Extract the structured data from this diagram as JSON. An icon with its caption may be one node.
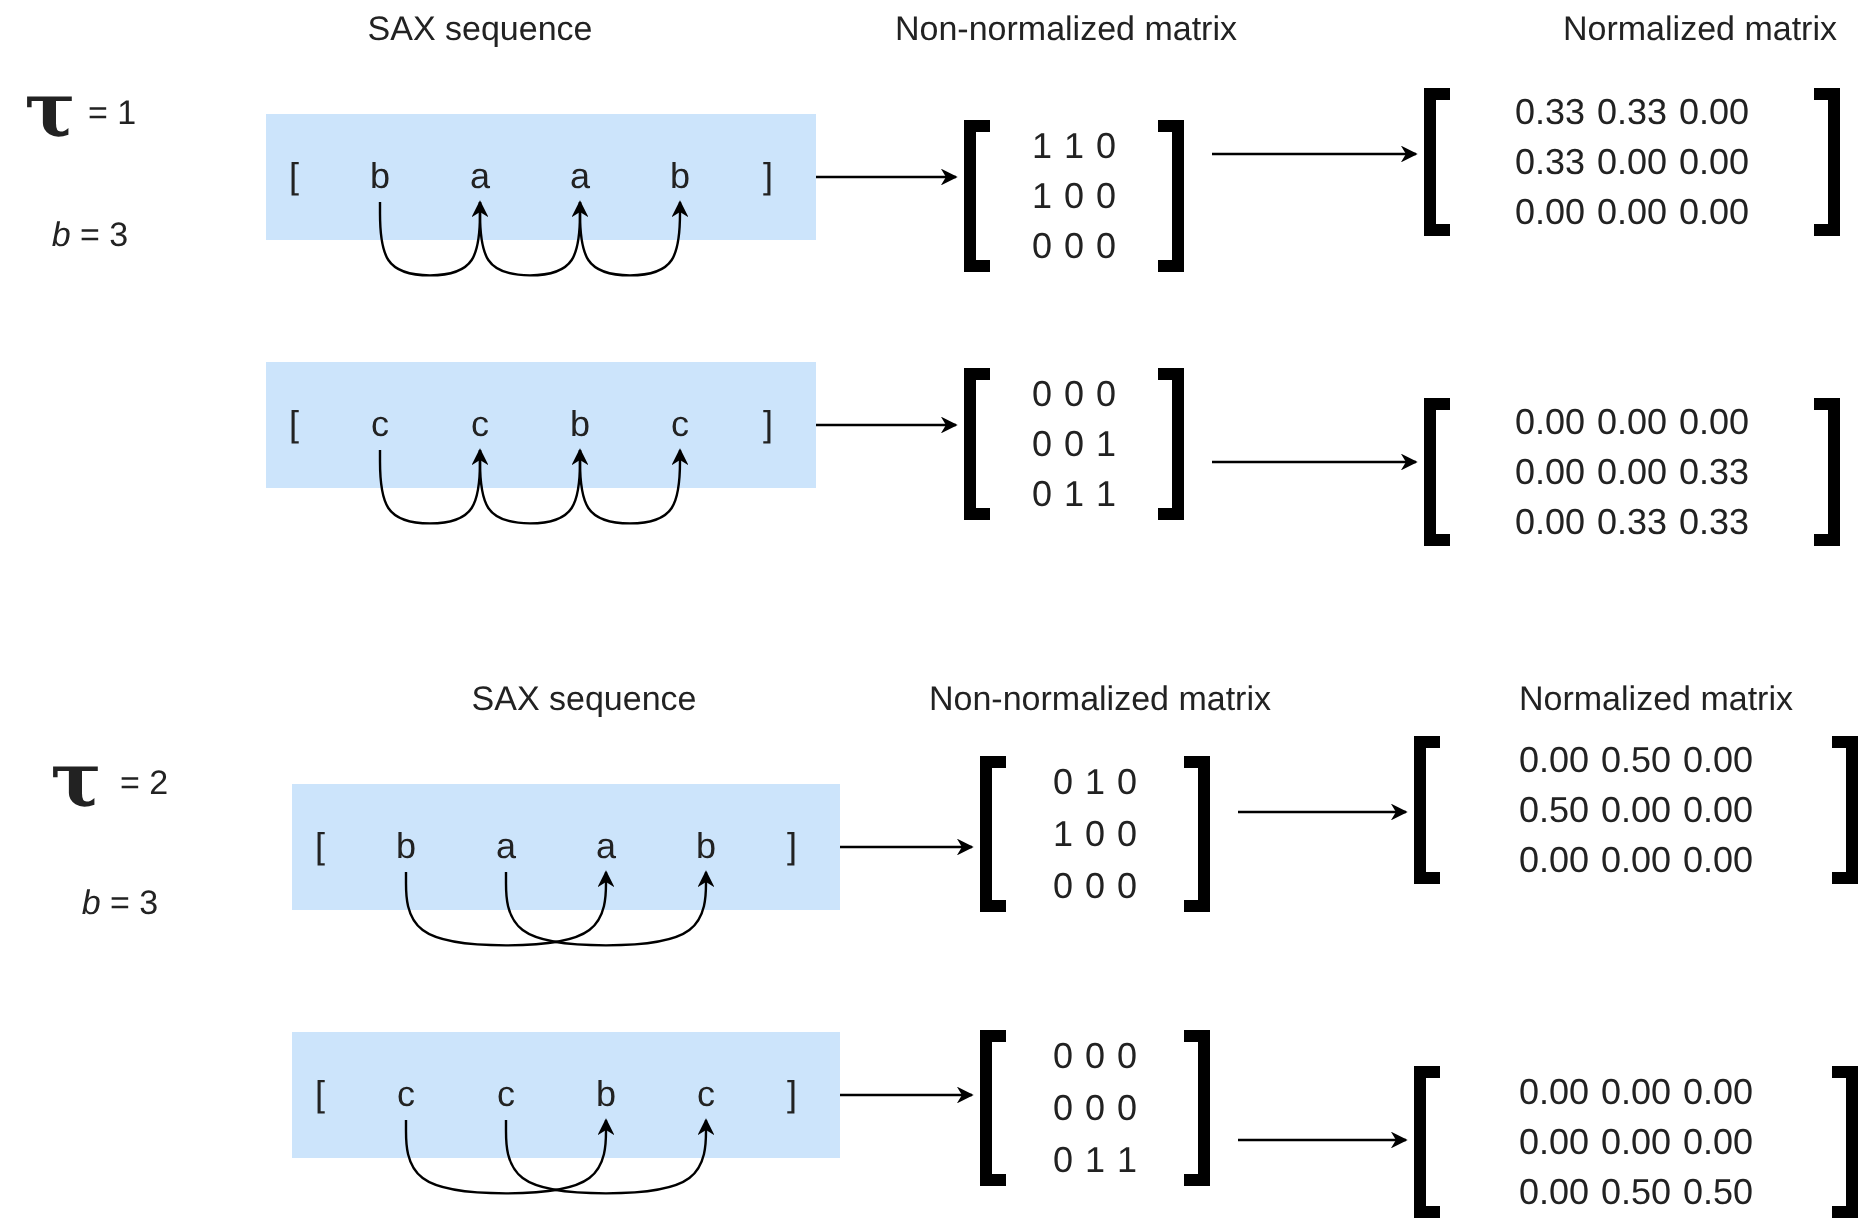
{
  "diagram": {
    "nodes": [
      {
        "text": [
          "[",
          "]"
        ]
      },
      {
        "text": [
          "b"
        ],
        "in": 0
      },
      {
        "text": [
          "a"
        ],
        "in": 0
      },
      {
        "text": [
          "a"
        ],
        "in": 0
      },
      {
        "text": [
          "b"
        ],
        "in": 0
      },
      {
        "text": [
          "1 1 0",
          "1 0 0",
          "0 0 0"
        ]
      },
      {
        "text": [
          "0.33 0.33 0.00",
          "0.33 0.00 0.00",
          "0.00 0.00 0.00"
        ]
      },
      {
        "text": [
          "[",
          "]"
        ]
      },
      {
        "text": [
          "c"
        ],
        "in": 7
      },
      {
        "text": [
          "c"
        ],
        "in": 7
      },
      {
        "text": [
          "b"
        ],
        "in": 7
      },
      {
        "text": [
          "c"
        ],
        "in": 7
      },
      {
        "text": [
          "0 0 0",
          "0 0 1",
          "0 1 1"
        ]
      },
      {
        "text": [
          "0.00 0.00 0.00",
          "0.00 0.00 0.33",
          "0.00 0.33 0.33"
        ]
      },
      {
        "text": [
          "[",
          "]"
        ]
      },
      {
        "text": [
          "b"
        ],
        "in": 14
      },
      {
        "text": [
          "a"
        ],
        "in": 14
      },
      {
        "text": [
          "a"
        ],
        "in": 14
      },
      {
        "text": [
          "b"
        ],
        "in": 14
      },
      {
        "text": [
          "0 1 0",
          "1 0 0",
          "0 0 0"
        ]
      },
      {
        "text": [
          "0.00 0.50 0.00",
          "0.50 0.00 0.00",
          "0.00 0.00 0.00"
        ]
      },
      {
        "text": [
          "[",
          "]"
        ]
      },
      {
        "text": [
          "c"
        ],
        "in": 21
      },
      {
        "text": [
          "c"
        ],
        "in": 21
      },
      {
        "text": [
          "b"
        ],
        "in": 21
      },
      {
        "text": [
          "c"
        ],
        "in": 21
      },
      {
        "text": [
          "0 0 0",
          "0 0 0",
          "0 1 1"
        ]
      },
      {
        "text": [
          "0.00 0.00 0.00",
          "0.00 0.00 0.00",
          "0.00 0.50 0.50"
        ]
      }
    ],
    "edges": [
      {
        "from": 1,
        "to": 2,
        "arrow": "to"
      },
      {
        "from": 2,
        "to": 3,
        "arrow": "to"
      },
      {
        "from": 3,
        "to": 4,
        "arrow": "to"
      },
      {
        "from": 0,
        "to": 5,
        "arrow": "to"
      },
      {
        "from": 5,
        "to": 6,
        "arrow": "to"
      },
      {
        "from": 8,
        "to": 9,
        "arrow": "to"
      },
      {
        "from": 9,
        "to": 10,
        "arrow": "to"
      },
      {
        "from": 10,
        "to": 11,
        "arrow": "to"
      },
      {
        "from": 7,
        "to": 12,
        "arrow": "to"
      },
      {
        "from": 12,
        "to": 13,
        "arrow": "to"
      },
      {
        "from": 15,
        "to": 17,
        "arrow": "to"
      },
      {
        "from": 16,
        "to": 18,
        "arrow": "to"
      },
      {
        "from": 14,
        "to": 19,
        "arrow": "to"
      },
      {
        "from": 19,
        "to": 20,
        "arrow": "to"
      },
      {
        "from": 22,
        "to": 24,
        "arrow": "to"
      },
      {
        "from": 23,
        "to": 25,
        "arrow": "to"
      },
      {
        "from": 21,
        "to": 26,
        "arrow": "to"
      },
      {
        "from": 26,
        "to": 27,
        "arrow": "to"
      }
    ],
    "labels": [
      "SAX sequence",
      "Non-normalized matrix",
      "Normalized matrix",
      "τ",
      "= 1",
      "*b* = 3",
      "SAX sequence",
      "Non-normalized matrix",
      "Normalized matrix",
      "τ",
      "= 2",
      "*b* = 3"
    ]
  }
}
